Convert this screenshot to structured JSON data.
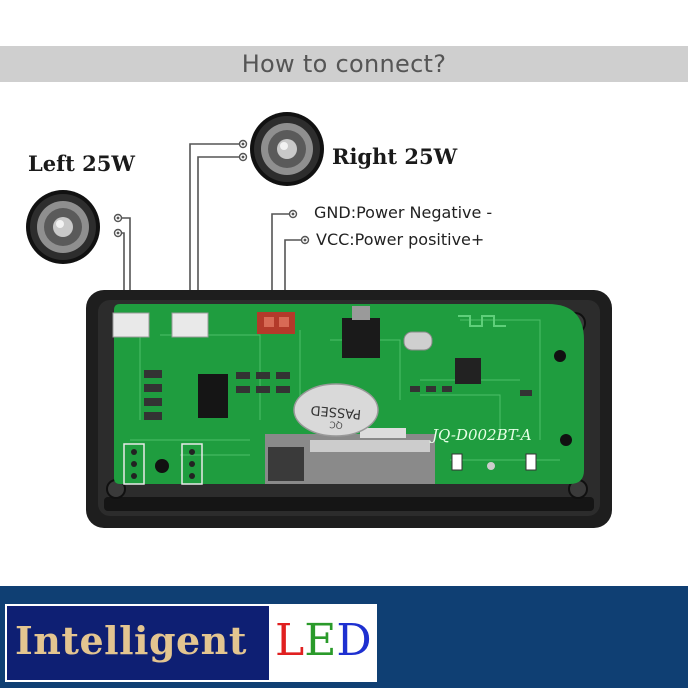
{
  "header": {
    "title": "How to connect?"
  },
  "speakers": {
    "left_label": "Left 25W",
    "right_label": "Right 25W"
  },
  "power": {
    "gnd_label": "GND:Power Negative -",
    "vcc_label": "VCC:Power positive+"
  },
  "board": {
    "model_label": "JQ-D002BT-A",
    "passed_sticker": "PASSED",
    "sticker_sub": "QC"
  },
  "brand": {
    "word_a": "Intelligent",
    "word_b_l": "L",
    "word_b_e": "E",
    "word_b_d": "D"
  },
  "colors": {
    "banner_bg": "#cfcfcf",
    "footer_bg": "#0f3f73",
    "pcb_green": "#1f9d3f",
    "enclosure": "#1e1e1e",
    "logo_left_bg": "#0e1f73"
  }
}
